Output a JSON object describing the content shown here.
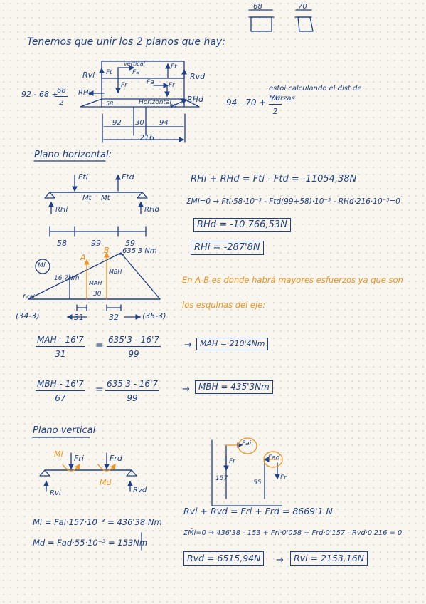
{
  "top_dims": {
    "left": "68",
    "right": "70"
  },
  "intro": "Tenemos que unir los 2 planos que hay:",
  "fig1": {
    "vertical_label": "vertical",
    "horizontal_label": "Horizontal",
    "rvi": "Rvi",
    "rhi": "RHi",
    "rvd": "Rvd",
    "rhd": "RHd",
    "ft_left": "Ft",
    "ft_right": "Ft",
    "fa_left": "Fa",
    "fa_right": "Fa",
    "fr_left": "Fr",
    "fr_right": "Fr",
    "left_expr_top": "92 - 68 +",
    "left_expr_frac_num": "68",
    "left_expr_frac_den": "2",
    "right_expr": "94 - 70 +",
    "right_expr_frac_num": "70",
    "right_expr_frac_den": "2",
    "d58": "58",
    "d59": "59",
    "d92": "92",
    "d30": "30",
    "d94": "94",
    "d216": "216",
    "note": "estoi calculando el dist de fuerzas"
  },
  "plano_h": {
    "title": "Plano horizontal:",
    "fti": "Fti",
    "ftd": "Ftd",
    "mt1": "Mt",
    "mt2": "Mt",
    "rhi": "RHi",
    "rhd": "RHd",
    "d58": "58",
    "d99": "99",
    "d59": "59",
    "eq1": "RHi + RHd = Fti - Ftd = -11054,38N",
    "eq2": "ΣM̄i=0 → Fti·58·10⁻³ - Ftd(99+58)·10⁻³ - RHd·216·10⁻³=0",
    "res1": "RHd = -10 766,53N",
    "res2": "RHi = -287'8N"
  },
  "mf": {
    "label": "Mf",
    "a": "A",
    "b": "B",
    "top": "635'3 Nm",
    "v167": "16,7Nm",
    "mah": "MAH",
    "mbh": "MBH",
    "d30": "30",
    "fcal": "f.cal",
    "left_pair": "(34-3)",
    "d31": "31",
    "d32": "32",
    "right_pair": "(35-3)"
  },
  "note_orange": [
    "En A-B es donde habrá mayores esfuerzos ya que son",
    "los esquinas del eje:"
  ],
  "eqA": {
    "num_l": "MAH - 16'7",
    "den_l": "31",
    "num_r": "635'3 - 16'7",
    "den_r": "99",
    "res": "MAH = 210'4Nm"
  },
  "eqB": {
    "num_l": "MBH - 16'7",
    "den_l": "67",
    "num_r": "635'3 - 16'7",
    "den_r": "99",
    "res": "MBH = 435'3Nm"
  },
  "plano_v": {
    "title": "Plano vertical",
    "mi": "Mi",
    "fri": "Fri",
    "frd": "Frd",
    "md": "Md",
    "rvi": "Rvi",
    "rvd": "Rvd",
    "fai": "Fai",
    "fad": "Fad",
    "fr1": "Fr",
    "fr2": "Fr",
    "d157": "157",
    "d55": "55",
    "eq_mi": "Mi = Fai·157·10⁻³ = 436'38 Nm",
    "eq_md": "Md = Fad·55·10⁻³ = 153Nm",
    "eq1": "Rvi + Rvd = Fri + Frd = 8669'1 N",
    "eq2": "ΣM̄i=0 → 436'38 - 153 + Fri·0'058 + Frd·0'157 - Rvd·0'216 = 0",
    "res1": "Rvd = 6515,94N",
    "res2": "Rvi = 2153,16N"
  }
}
